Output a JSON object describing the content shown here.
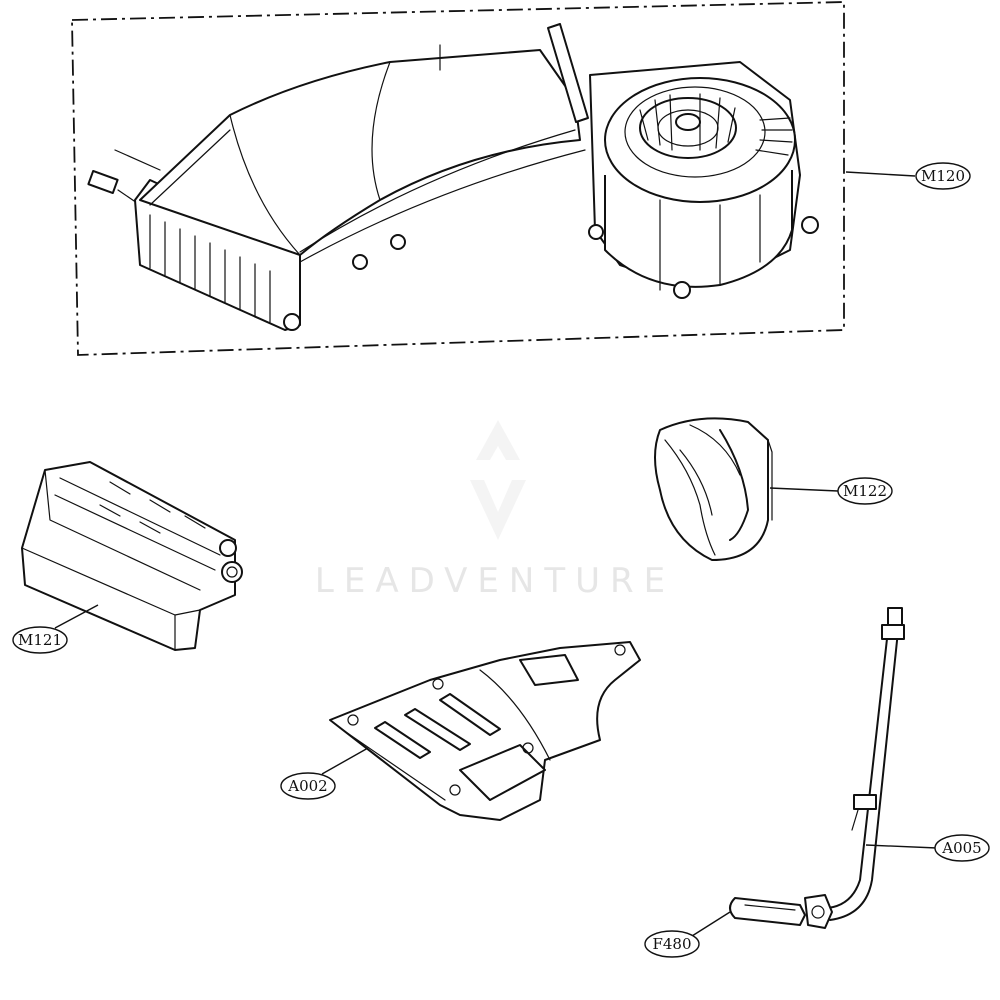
{
  "watermark": "LEADVENTURE",
  "parts": [
    {
      "id": "M120",
      "label": "M120"
    },
    {
      "id": "M121",
      "label": "M121"
    },
    {
      "id": "M122",
      "label": "M122"
    },
    {
      "id": "A002",
      "label": "A002"
    },
    {
      "id": "A005",
      "label": "A005"
    },
    {
      "id": "F480",
      "label": "F480"
    }
  ]
}
